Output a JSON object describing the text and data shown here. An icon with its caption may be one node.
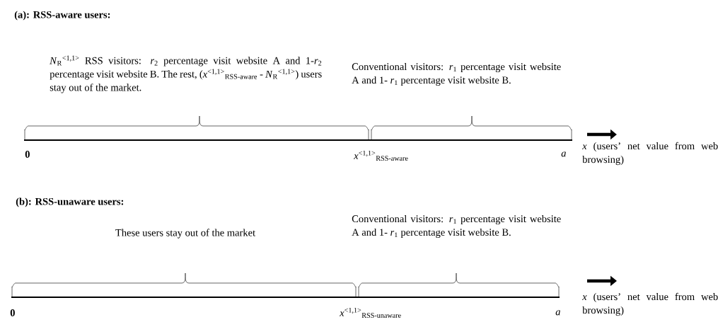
{
  "diagram": {
    "labels": [
      "(a): RSS-aware users:",
      "*N*$_{R}$$^{<1,1>}$ RSS visitors: *r*$_{2}$ percentage visit website A and 1-*r*$_{2}$ percentage visit website B. The rest, (*x*$^{<1,1>}$$_{RSS-aware}$ - *N*$_{R}$$^{<1,1>}$) users stay out of the market.",
      "Conventional visitors: *r*$_{1}$ percentage visit website A and 1- *r*$_{1}$ percentage visit website B.",
      "0",
      "*x*$^{<1,1>}$$_{RSS-aware}$",
      "a",
      "*x* (users’ net value from web browsing)",
      "(b): RSS-unaware users:",
      "Conventional visitors: *r*$_{1}$ percentage visit website A and 1- *r*$_{1}$ percentage visit website B.",
      "These users stay out of the market",
      "0",
      "*x*$^{<1,1>}$$_{RSS-unaware}$",
      "a",
      "*x* (users’ net value from web browsing)"
    ]
  }
}
